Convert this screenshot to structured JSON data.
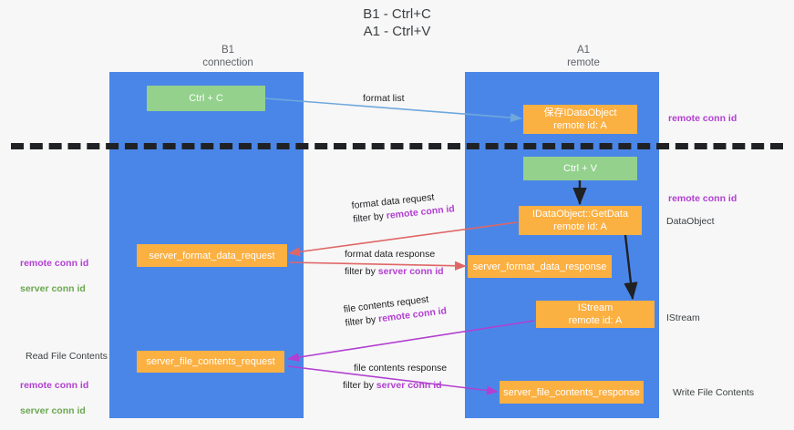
{
  "title": "B1 - Ctrl+C\nA1 - Ctrl+V",
  "columns": {
    "left": {
      "name": "B1",
      "role": "connection",
      "label": "B1\nconnection"
    },
    "right": {
      "name": "A1",
      "role": "remote",
      "label": "A1\nremote"
    }
  },
  "boxes": {
    "ctrl_c": "Ctrl + C",
    "idataobject": "保存IDataObject\nremote id: A",
    "ctrl_v": "Ctrl + V",
    "getdata": "IDataObject::GetData\nremote id: A",
    "server_format_data_request": "server_format_data_request",
    "server_format_data_response": "server_format_data_response",
    "istream": "IStream\nremote id: A",
    "server_file_contents_request": "server_file_contents_request",
    "server_file_contents_response": "server_file_contents_response"
  },
  "connector_labels": {
    "format_list": "format list",
    "format_data_request": "format data request",
    "format_data_request_filter_prefix": "filter by ",
    "format_data_request_filter_key": "remote conn id",
    "format_data_response": "format data response",
    "format_data_response_filter_prefix": "filter by ",
    "format_data_response_filter_key": "server conn id",
    "file_contents_request": "file contents request",
    "file_contents_request_filter_prefix": "filter by ",
    "file_contents_request_filter_key": "remote conn id",
    "file_contents_response": "file contents response",
    "file_contents_response_filter_prefix": "filter by ",
    "file_contents_response_filter_key": "server conn id"
  },
  "side_labels": {
    "right_remote_conn_id_top": "remote conn id",
    "right_remote_conn_id_mid": "remote conn id",
    "right_dataobject": "DataObject",
    "right_istream": "IStream",
    "right_write_file_contents": "Write File Contents",
    "left_remote_conn_id": "remote conn id",
    "left_server_conn_id": "server conn id",
    "left_read_file_contents": "Read File Contents",
    "left_remote_conn_id_2": "remote conn id",
    "left_server_conn_id_2": "server conn id"
  },
  "colors": {
    "lane": "#4a86e8",
    "green_box": "#93d18c",
    "orange_box": "#fbb042",
    "purple_text": "#b23fd1",
    "green_text": "#6aa84f",
    "blue_arrow": "#6fa8dc",
    "red_arrow": "#e06666",
    "purple_arrow": "#b23fd1",
    "black_arrow": "#202124",
    "background": "#f7f7f7"
  }
}
